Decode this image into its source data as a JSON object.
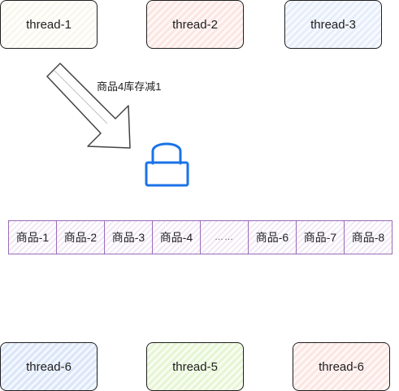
{
  "threads_top": [
    {
      "label": "thread-1"
    },
    {
      "label": "thread-2"
    },
    {
      "label": "thread-3"
    }
  ],
  "threads_bottom": [
    {
      "label": "thread-6"
    },
    {
      "label": "thread-5"
    },
    {
      "label": "thread-6"
    }
  ],
  "note": "商品4库存减1",
  "cells": [
    {
      "label": "商品-1"
    },
    {
      "label": "商品-2"
    },
    {
      "label": "商品-3"
    },
    {
      "label": "商品-4"
    },
    {
      "label": "……"
    },
    {
      "label": "商品-6"
    },
    {
      "label": "商品-7"
    },
    {
      "label": "商品-8"
    }
  ],
  "colors": {
    "outline": "#1f1f1f",
    "lock": "#1a73e8",
    "cell_border": "#9b6bb8",
    "arrow": "#444444"
  },
  "icons": [
    "lock-icon",
    "arrow-icon"
  ]
}
